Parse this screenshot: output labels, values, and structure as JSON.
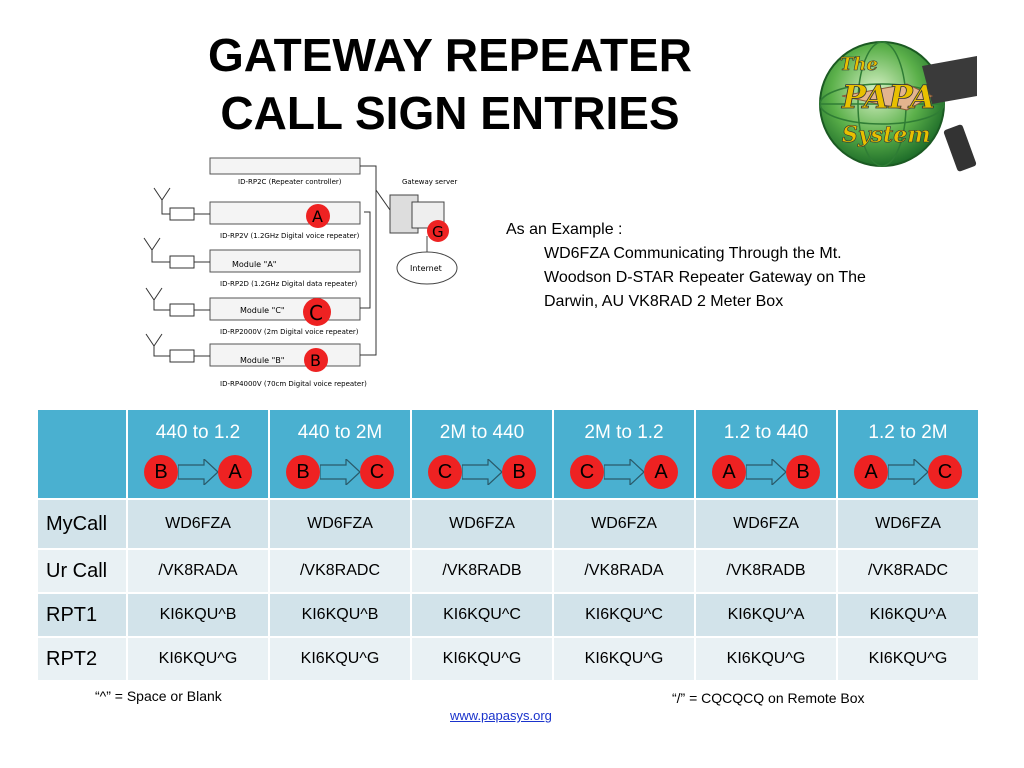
{
  "title_line1": "GATEWAY REPEATER",
  "title_line2": "CALL SIGN ENTRIES",
  "logo": {
    "line1": "The",
    "line2": "PAPA",
    "line3": "System"
  },
  "diagram": {
    "controller": "ID-RP2C (Repeater controller)",
    "gateway_server": "Gateway server",
    "internet": "Internet",
    "rp2v": "ID-RP2V (1.2GHz Digital voice repeater)",
    "rp2d": "ID-RP2D (1.2GHz Digital data repeater)",
    "rp2000v": "ID-RP2000V (2m Digital voice repeater)",
    "rp4000v": "ID-RP4000V (70cm Digital voice repeater)",
    "module_a": "Module \"A\"",
    "module_c": "Module \"C\"",
    "module_b": "Module \"B\"",
    "badge_a": "A",
    "badge_g": "G",
    "badge_c": "C",
    "badge_b": "B"
  },
  "example": {
    "intro": "As an Example :",
    "line1": "WD6FZA Communicating Through the Mt.",
    "line2": "Woodson D-STAR Repeater Gateway on The",
    "line3": "Darwin, AU VK8RAD 2 Meter Box"
  },
  "columns": [
    {
      "label": "440 to 1.2",
      "from": "B",
      "to": "A"
    },
    {
      "label": "440 to 2M",
      "from": "B",
      "to": "C"
    },
    {
      "label": "2M to 440",
      "from": "C",
      "to": "B"
    },
    {
      "label": "2M to 1.2",
      "from": "C",
      "to": "A"
    },
    {
      "label": "1.2 to 440",
      "from": "A",
      "to": "B"
    },
    {
      "label": "1.2 to 2M",
      "from": "A",
      "to": "C"
    }
  ],
  "rows": [
    {
      "label": "MyCall",
      "cells": [
        "WD6FZA",
        "WD6FZA",
        "WD6FZA",
        "WD6FZA",
        "WD6FZA",
        "WD6FZA"
      ]
    },
    {
      "label": "Ur Call",
      "cells": [
        "/VK8RADA",
        "/VK8RADC",
        "/VK8RADB",
        "/VK8RADA",
        "/VK8RADB",
        "/VK8RADC"
      ]
    },
    {
      "label": "RPT1",
      "cells": [
        "KI6KQU^B",
        "KI6KQU^B",
        "KI6KQU^C",
        "KI6KQU^C",
        "KI6KQU^A",
        "KI6KQU^A"
      ]
    },
    {
      "label": "RPT2",
      "cells": [
        "KI6KQU^G",
        "KI6KQU^G",
        "KI6KQU^G",
        "KI6KQU^G",
        "KI6KQU^G",
        "KI6KQU^G"
      ]
    }
  ],
  "notes": {
    "left": "“^” = Space or Blank",
    "right": "“/” = CQCQCQ on Remote Box",
    "link": "www.papasys.org"
  },
  "colors": {
    "header_bg": "#4ab0d0",
    "row_dark": "#d2e3ea",
    "row_light": "#e9f1f4",
    "badge": "#ee2222",
    "link": "#1a33cc"
  }
}
